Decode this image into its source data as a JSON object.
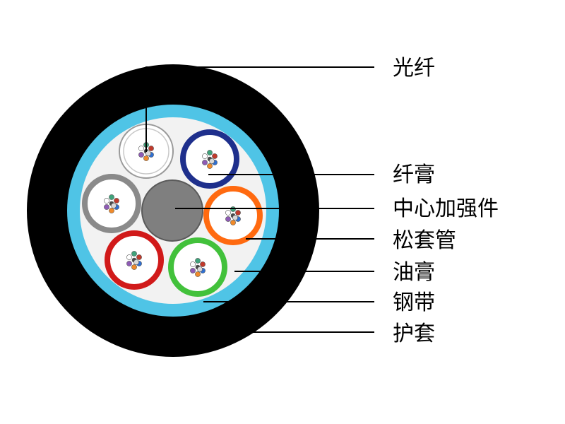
{
  "labels": {
    "fiber": "光纤",
    "fiber_paste": "纤膏",
    "central_strength_member": "中心加强件",
    "loose_tube": "松套管",
    "filling_compound": "油膏",
    "steel_tape": "钢带",
    "sheath": "护套"
  },
  "colors": {
    "sheath": "#000000",
    "steel_tape": "#4fc4e6",
    "filling_compound": "#f2f2f2",
    "central_strength_member": "#7f7f7f",
    "fiber_dots": [
      "#3fa37b",
      "#c0392b",
      "#2f6fd1",
      "#f08a2a",
      "#8e5bb5",
      "#ffffff",
      "#4a4a4a",
      "#d9d9d9"
    ]
  },
  "loose_tubes": [
    {
      "name": "white",
      "color": "#ffffff"
    },
    {
      "name": "blue",
      "color": "#1e2f8c"
    },
    {
      "name": "grey",
      "color": "#8a8a8a"
    },
    {
      "name": "orange",
      "color": "#ff6a10"
    },
    {
      "name": "red",
      "color": "#d11a1a"
    },
    {
      "name": "green",
      "color": "#42c13b"
    }
  ]
}
